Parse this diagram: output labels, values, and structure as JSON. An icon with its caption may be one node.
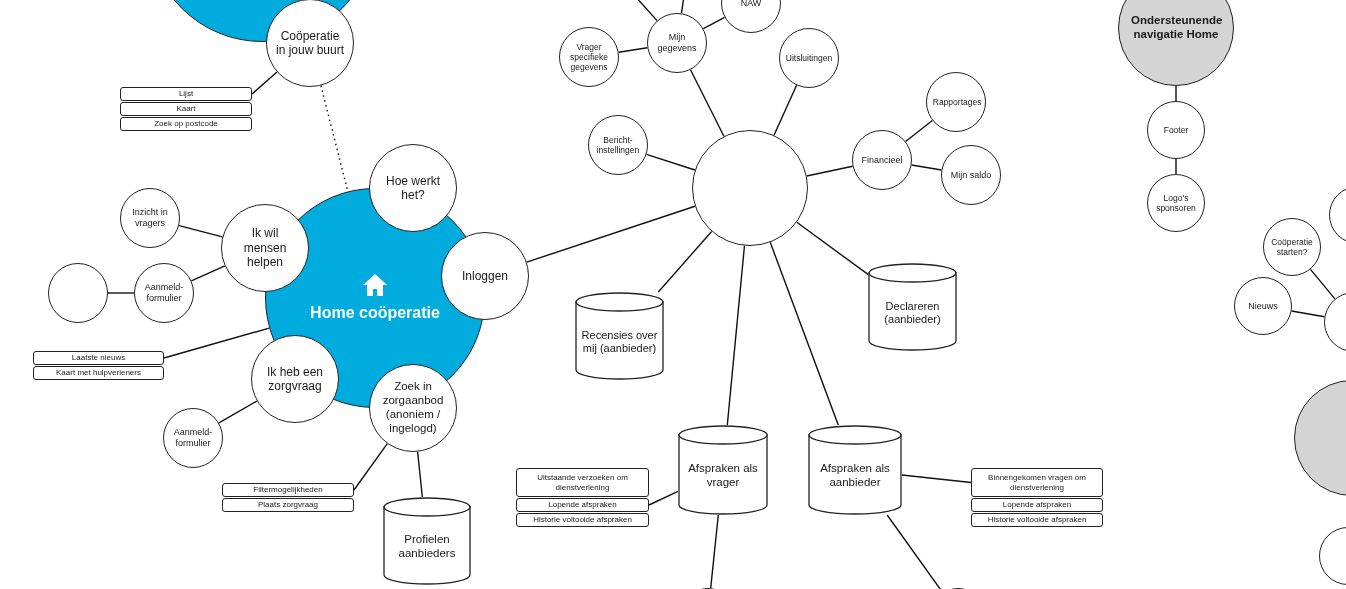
{
  "diagram": {
    "nodes": [
      {
        "text": [],
        "shape": "circle"
      },
      {
        "text": [
          "Coöperatie in jouw buurt"
        ]
      },
      {
        "text": [
          "Lijst"
        ]
      },
      {
        "text": [
          "Kaart"
        ]
      },
      {
        "text": [
          "Zoek op postcode"
        ]
      },
      {
        "text": [
          "Home coöperatie"
        ]
      },
      {
        "text": [
          "Hoe werkt het?"
        ]
      },
      {
        "text": [
          "Inloggen"
        ]
      },
      {
        "text": [
          "Ik wil mensen helpen"
        ]
      },
      {
        "text": [
          "Inzicht in vragers"
        ]
      },
      {
        "text": [
          "Aanmeld- formulier"
        ]
      },
      {
        "text": [],
        "shape": "circle"
      },
      {
        "text": [
          "Laatste nieuws"
        ]
      },
      {
        "text": [
          "Kaart met hulpverleners"
        ]
      },
      {
        "text": [
          "Ik heb een zorgvraag"
        ]
      },
      {
        "text": [
          "Aanmeld- formulier"
        ]
      },
      {
        "text": [
          "Zoek in zorgaanbod (anoniem / ingelogd)"
        ]
      },
      {
        "text": [
          "Filtermogelijkheden"
        ]
      },
      {
        "text": [
          "Plaats zorgvraag"
        ]
      },
      {
        "text": [
          "Profielen aanbieders"
        ]
      },
      {
        "text": [],
        "shape": "circle"
      },
      {
        "text": [
          "Mijn gegevens"
        ]
      },
      {
        "text": [
          "NAW"
        ]
      },
      {
        "text": [
          "Vrager specifieke gegevens"
        ]
      },
      {
        "text": [
          "Bericht- instellingen"
        ]
      },
      {
        "text": [
          "Uitsluitingen"
        ]
      },
      {
        "text": [
          "Financieel"
        ]
      },
      {
        "text": [
          "Rapportages"
        ]
      },
      {
        "text": [
          "Mijn saldo"
        ]
      },
      {
        "text": [
          "Recensies over mij (aanbieder)"
        ]
      },
      {
        "text": [
          "Declareren (aanbieder)"
        ]
      },
      {
        "text": [
          "Afspraken als vrager"
        ]
      },
      {
        "text": [
          "Afspraken als aanbieder"
        ]
      },
      {
        "text": [
          "Uitstaande verzoeken om dienstverlening"
        ]
      },
      {
        "text": [
          "Lopende afspraken"
        ]
      },
      {
        "text": [
          "Historie voltooide afspraken"
        ]
      },
      {
        "text": [
          "Binnengekomen vragen om dienstverlening"
        ]
      },
      {
        "text": [
          "Lopende afspraken"
        ]
      },
      {
        "text": [
          "Historie voltooide afspraken"
        ]
      },
      {
        "text": [],
        "shape": "circle"
      },
      {
        "text": [],
        "shape": "circle"
      },
      {
        "text": [
          "Ondersteunende navigatie Home"
        ]
      },
      {
        "text": [
          "Footer"
        ]
      },
      {
        "text": [
          "Logo's sponsoren"
        ]
      },
      {
        "text": [
          "Coöperatie starten?"
        ]
      },
      {
        "text": [
          "Nieuws"
        ]
      },
      {
        "text": [],
        "shape": "circle"
      },
      {
        "text": [],
        "shape": "circle"
      },
      {
        "text": [],
        "shape": "circle"
      },
      {
        "text": [],
        "shape": "circle"
      }
    ],
    "edges": [
      {
        "from": 1,
        "to": 2,
        "arrow": "none"
      },
      {
        "from": 1,
        "to": 5,
        "arrow": "none",
        "style": "dashed"
      },
      {
        "from": 5,
        "to": 12,
        "arrow": "none"
      },
      {
        "from": 8,
        "to": 9,
        "arrow": "none"
      },
      {
        "from": 8,
        "to": 10,
        "arrow": "none"
      },
      {
        "from": 10,
        "to": 11,
        "arrow": "none"
      },
      {
        "from": 14,
        "to": 15,
        "arrow": "none"
      },
      {
        "from": 16,
        "to": 17,
        "arrow": "none"
      },
      {
        "from": 16,
        "to": 19,
        "arrow": "none"
      },
      {
        "from": 7,
        "to": 20,
        "arrow": "none"
      },
      {
        "from": 20,
        "to": 21,
        "arrow": "none"
      },
      {
        "from": 21,
        "to": 23,
        "arrow": "none"
      },
      {
        "from": 21,
        "to": 22,
        "arrow": "none"
      },
      {
        "from": 21,
        "to": null,
        "arrow": "none"
      },
      {
        "from": 21,
        "to": null,
        "arrow": "none"
      },
      {
        "from": 20,
        "to": 24,
        "arrow": "none"
      },
      {
        "from": 20,
        "to": 25,
        "arrow": "none"
      },
      {
        "from": 20,
        "to": 26,
        "arrow": "none"
      },
      {
        "from": 26,
        "to": 27,
        "arrow": "none"
      },
      {
        "from": 26,
        "to": 28,
        "arrow": "none"
      },
      {
        "from": 20,
        "to": 29,
        "arrow": "none"
      },
      {
        "from": 20,
        "to": 31,
        "arrow": "none"
      },
      {
        "from": 20,
        "to": 32,
        "arrow": "none"
      },
      {
        "from": 20,
        "to": 30,
        "arrow": "none"
      },
      {
        "from": 31,
        "to": 34,
        "arrow": "none"
      },
      {
        "from": 31,
        "to": 39,
        "arrow": "none"
      },
      {
        "from": 32,
        "to": 36,
        "arrow": "none"
      },
      {
        "from": 32,
        "to": 40,
        "arrow": "none"
      },
      {
        "from": 41,
        "to": 42,
        "arrow": "none"
      },
      {
        "from": 42,
        "to": 43,
        "arrow": "none"
      },
      {
        "from": 44,
        "to": 46,
        "arrow": "none"
      },
      {
        "from": 45,
        "to": 46,
        "arrow": "none"
      }
    ]
  }
}
